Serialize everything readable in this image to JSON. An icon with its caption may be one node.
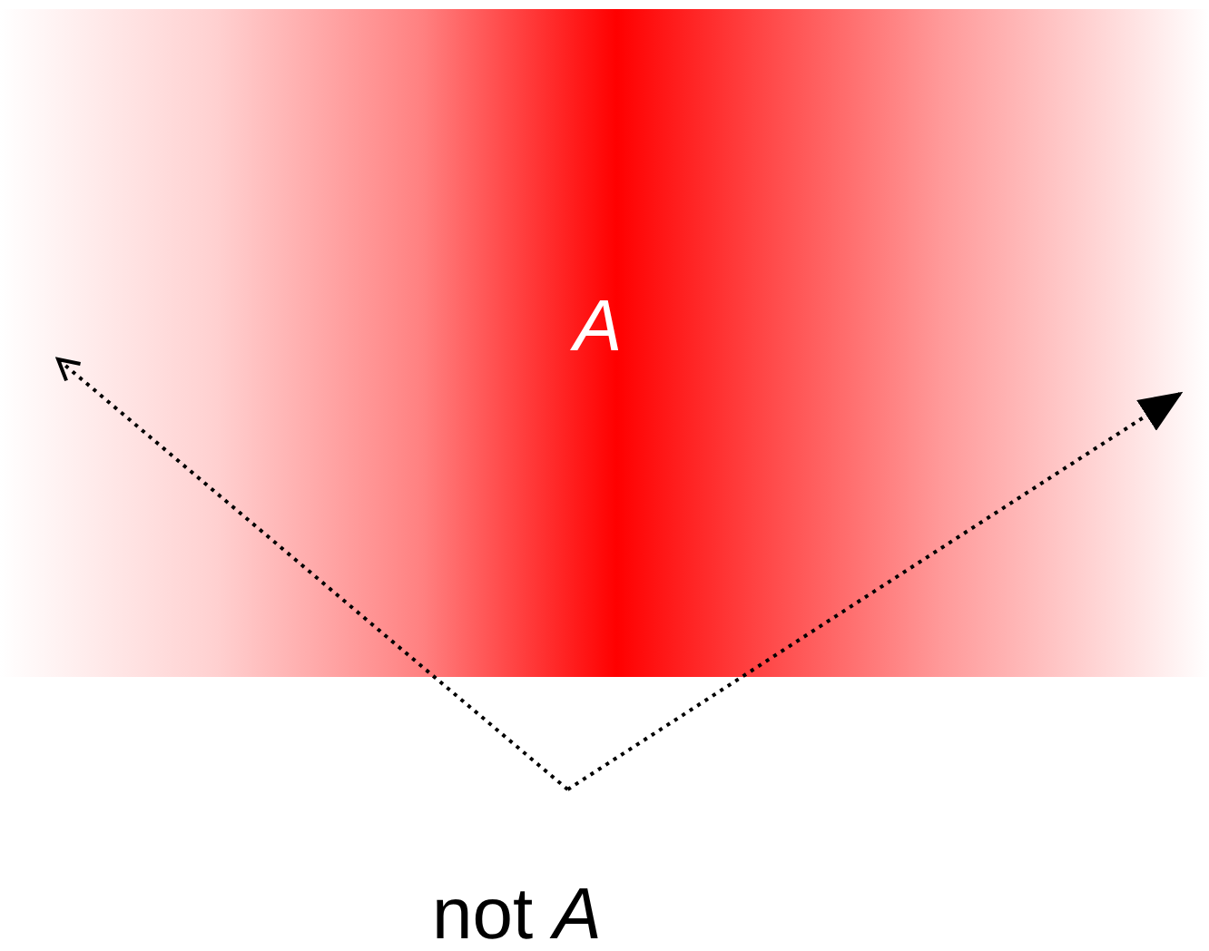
{
  "diagram": {
    "nodes": [
      {
        "text": [
          "*A*"
        ]
      },
      {
        "text": [
          "not *A*"
        ]
      }
    ],
    "edges": [
      {
        "from": 1,
        "to": 0,
        "arrow": "to",
        "style": "dashed"
      },
      {
        "from": 1,
        "to": 0,
        "arrow": "to",
        "style": "dashed"
      }
    ]
  }
}
